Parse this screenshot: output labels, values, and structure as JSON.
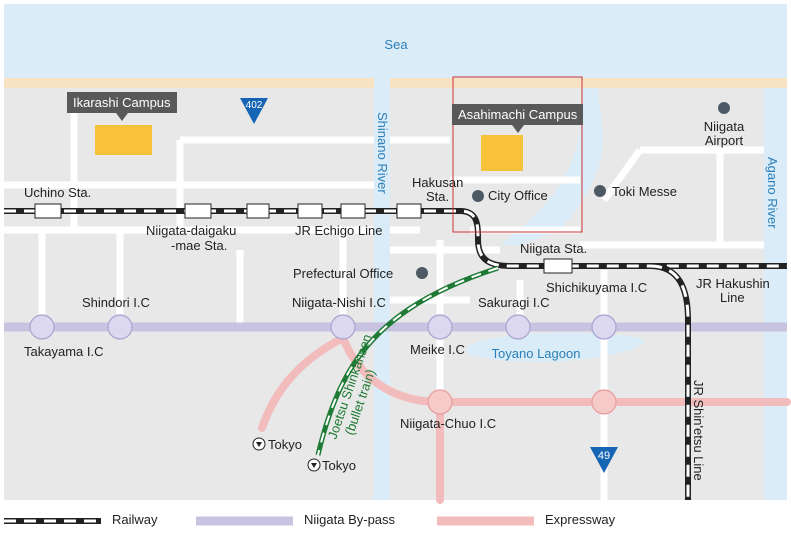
{
  "map": {
    "water": {
      "sea": "Sea",
      "shinano_river": "Shinano River",
      "agano_river": "Agano River",
      "toyano_lagoon": "Toyano Lagoon"
    },
    "campuses": {
      "ikarashi": "Ikarashi Campus",
      "asahimachi": "Asahimachi Campus"
    },
    "stations": {
      "uchino": "Uchino Sta.",
      "niigata_daigaku_1": "Niigata-daigaku",
      "niigata_daigaku_2": "-mae Sta.",
      "hakusan_1": "Hakusan",
      "hakusan_2": "Sta.",
      "niigata": "Niigata Sta."
    },
    "lines": {
      "jr_echigo": "JR Echigo Line",
      "jr_hakushin_1": "JR Hakushin",
      "jr_hakushin_2": "Line",
      "jr_shinetsu": "JR Shin'etsu Line",
      "joetsu_1": "Joetsu Shinkansen",
      "joetsu_2": "(bullet train)"
    },
    "landmarks": {
      "city_office": "City Office",
      "toki_messe": "Toki Messe",
      "prefectural_office": "Prefectural Office",
      "airport_1": "Niigata",
      "airport_2": "Airport"
    },
    "interchanges": {
      "shindori": "Shindori I.C",
      "takayama": "Takayama I.C",
      "niigata_nishi": "Niigata-Nishi I.C",
      "meike": "Meike I.C",
      "sakuragi": "Sakuragi I.C",
      "shichikuyama": "Shichikuyama I.C",
      "niigata_chuo": "Niigata-Chuo I.C"
    },
    "routes": {
      "r402": "402",
      "r49": "49"
    },
    "directions": {
      "tokyo_1": "Tokyo",
      "tokyo_2": "Tokyo"
    }
  },
  "legend": {
    "railway": "Railway",
    "bypass": "Niigata By-pass",
    "expressway": "Expressway"
  },
  "colors": {
    "land": "#e8e8e8",
    "water": "#d9ecf7",
    "road": "#ffffff",
    "bypass": "#c8c3e0",
    "expressway": "#f3bcbc",
    "campus": "#f7c23a",
    "shinkansen": "#1e7a34",
    "highlight_box": "#cc3333"
  }
}
